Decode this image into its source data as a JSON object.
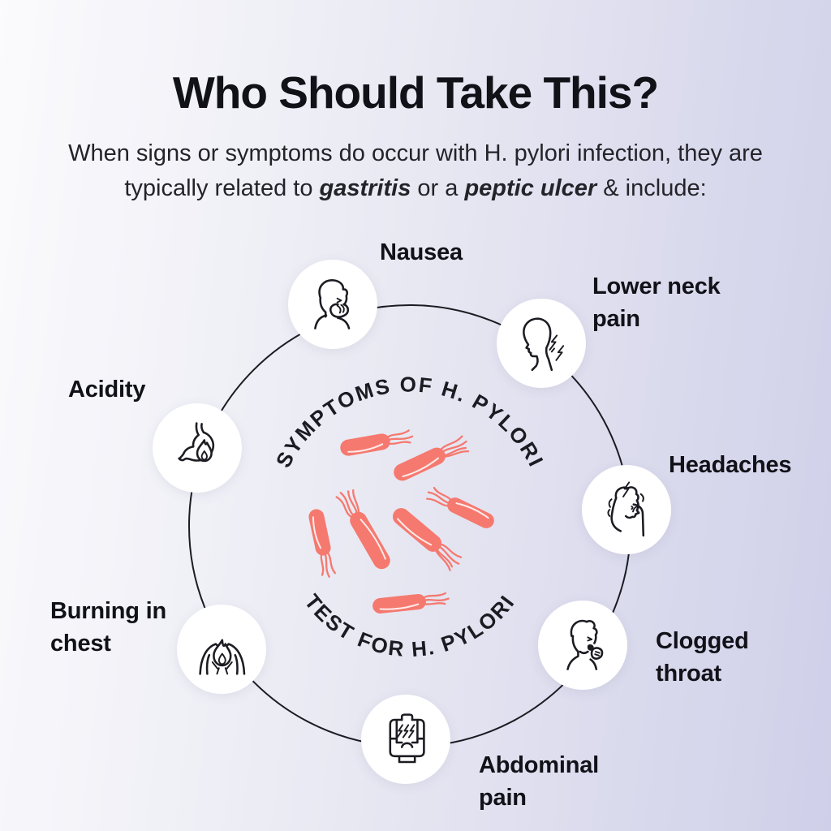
{
  "page": {
    "title": "Who Should Take This?",
    "subtitle": {
      "line1": "When signs or symptoms do occur with H. pylori infection, they are",
      "line2_pre": "typically related to ",
      "line2_bold1": "gastritis",
      "line2_mid": " or a ",
      "line2_bold2": "peptic ulcer",
      "line2_post": " & include:"
    }
  },
  "diagram": {
    "center_top_text": "SYMPTOMS OF H. PYLORI",
    "center_bottom_text": "TEST FOR H. PYLORI",
    "center_illustration": "h-pylori-bacteria",
    "bacteria_count": 7,
    "symptoms": [
      {
        "icon": "nausea-person-covering-mouth-icon",
        "lines": [
          "Nausea"
        ]
      },
      {
        "icon": "neck-pain-head-profile-icon",
        "lines": [
          "Lower neck",
          "pain"
        ]
      },
      {
        "icon": "headache-person-icon",
        "lines": [
          "Headaches"
        ]
      },
      {
        "icon": "coughing-person-icon",
        "lines": [
          "Clogged",
          "throat"
        ]
      },
      {
        "icon": "abdominal-pain-torso-icon",
        "lines": [
          "Abdominal",
          "pain"
        ]
      },
      {
        "icon": "burning-chest-flame-icon",
        "lines": [
          "Burning in",
          "chest"
        ]
      },
      {
        "icon": "stomach-acid-flame-icon",
        "lines": [
          "Acidity"
        ]
      }
    ]
  },
  "colors": {
    "bg1": "#fbfbfd",
    "bg2": "#e9e9f3",
    "bg3": "#cfcfe9",
    "ink": "#1b1b22",
    "label": "#111118",
    "accent": "#f5796f",
    "circle": "#ffffff"
  }
}
